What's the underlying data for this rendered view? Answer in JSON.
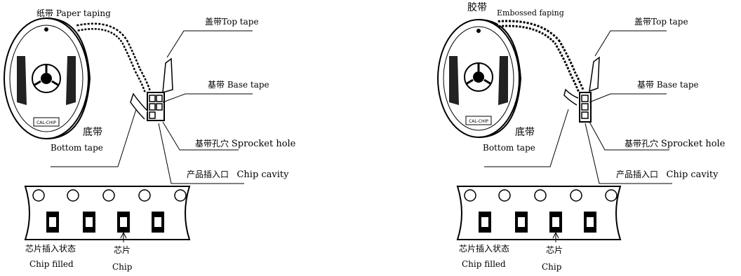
{
  "panels": [
    {
      "title_cn": "纸带",
      "title_en": "Paper taping",
      "top_tape_cn": "盖带",
      "top_tape_en": "Top tape",
      "base_tape_cn": "基带",
      "base_tape_en": "Base tape",
      "bottom_tape_cn": "底带",
      "bottom_tape_en": "Bottom tape",
      "sprocket_cn": "基带孔穴",
      "sprocket_en": "Sprocket hole",
      "cavity_cn": "产品插入口",
      "cavity_en": "Chip cavity",
      "filled_cn": "芯片插入状态",
      "filled_en": "Chip filled",
      "chip_cn": "芯片",
      "chip_en": "Chip",
      "reel_marking": "CAL-CHIP"
    },
    {
      "title_cn": "胶带",
      "title_en": "Embossed faping",
      "top_tape_cn": "盖带",
      "top_tape_en": "Top tape",
      "base_tape_cn": "基带",
      "base_tape_en": "Base tape",
      "bottom_tape_cn": "底带",
      "bottom_tape_en": "Bottom tape",
      "sprocket_cn": "基带孔穴",
      "sprocket_en": "Sprocket hole",
      "cavity_cn": "产品插入口",
      "cavity_en": "Chip cavity",
      "filled_cn": "芯片插入状态",
      "filled_en": "Chip filled",
      "chip_cn": "芯片",
      "chip_en": "Chip",
      "reel_marking": "CAL-CHIP"
    }
  ]
}
